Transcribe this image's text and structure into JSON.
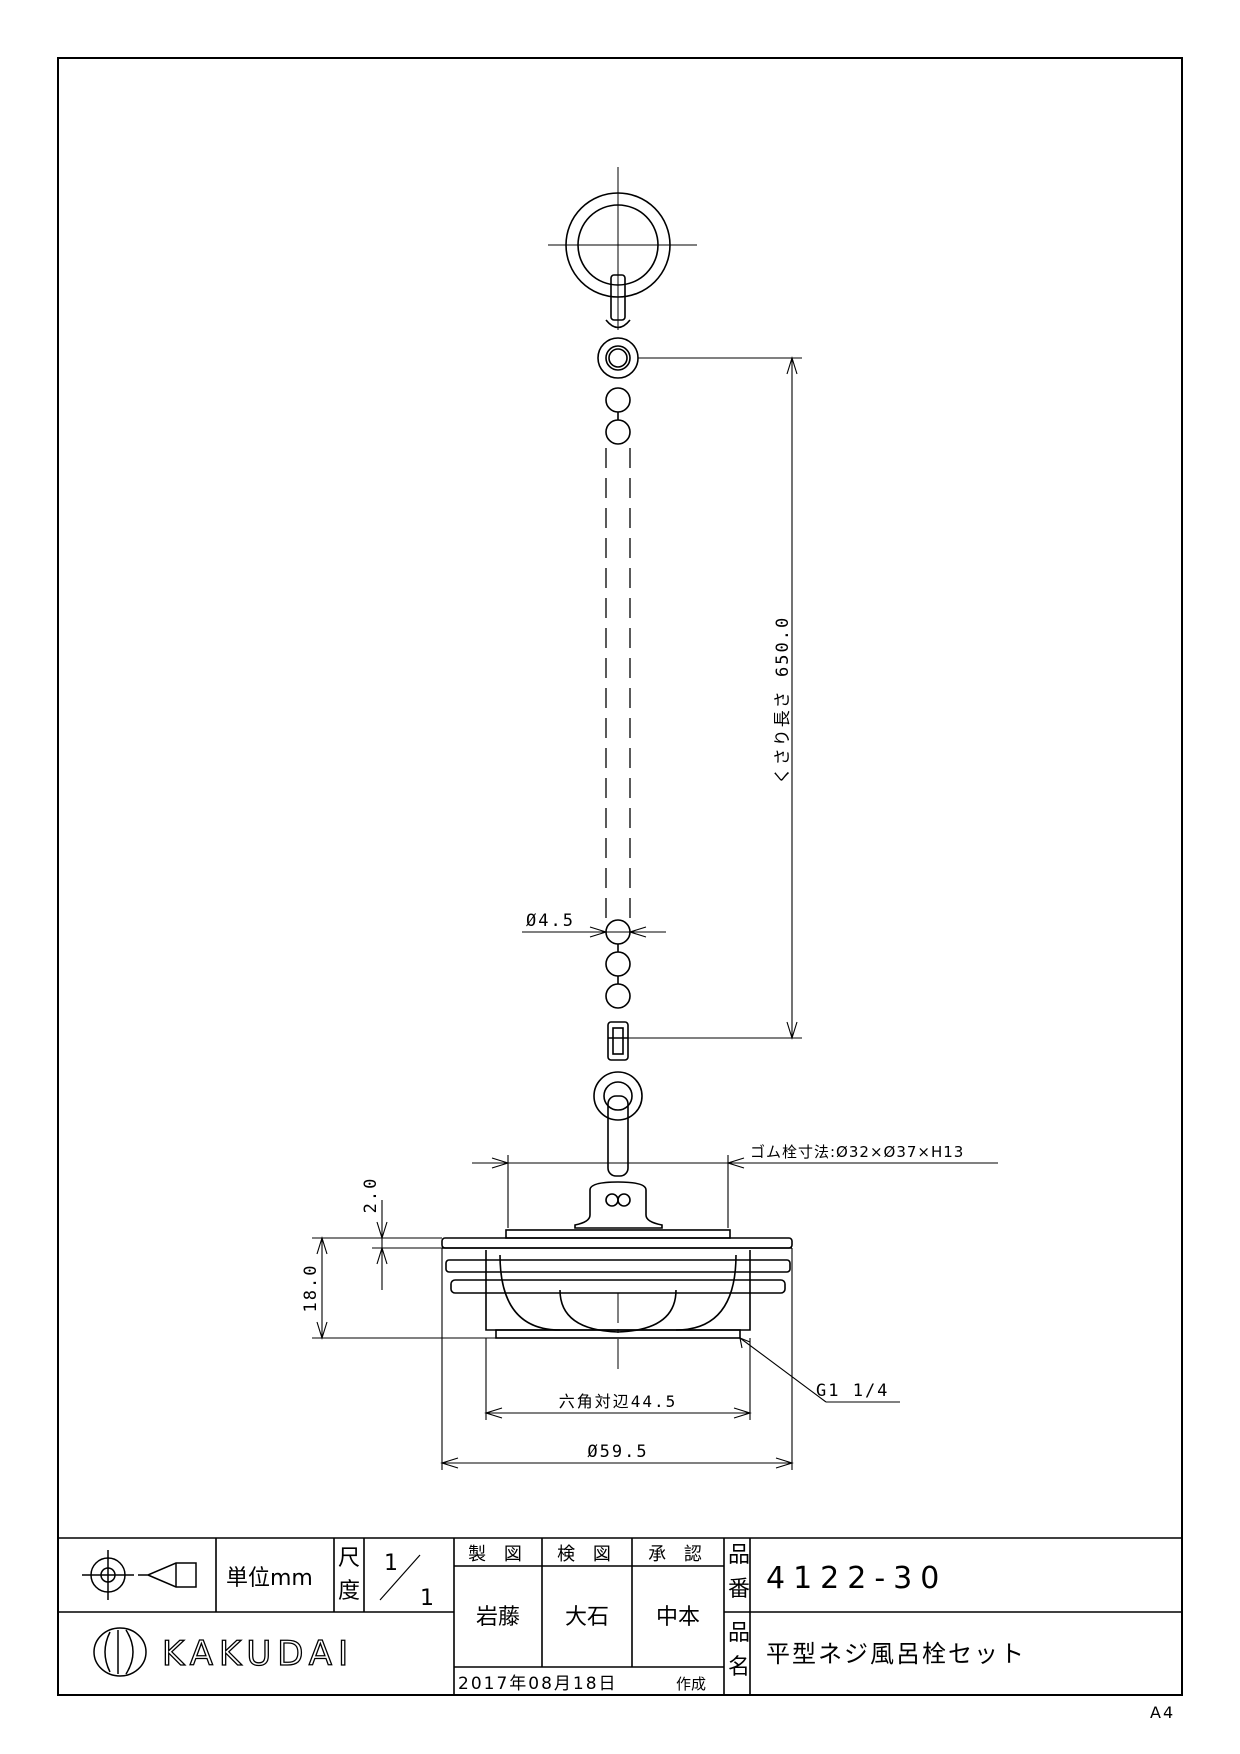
{
  "dimensions": {
    "chain_length": "くさり長さ 650.0",
    "ball_diameter": "Ø4.5",
    "rubber_plug_size": "ゴム栓寸法:Ø32×Ø37×H13",
    "top_thickness": "2.0",
    "body_height": "18.0",
    "thread": "G1 1/4",
    "hex_across_flats": "六角対辺44.5",
    "outer_diameter": "Ø59.5"
  },
  "title_block": {
    "unit": "単位mm",
    "scale_label_top": "尺",
    "scale_label_bottom": "度",
    "scale_num": "1",
    "scale_den": "1",
    "drawn_label": "製 図",
    "checked_label": "検 図",
    "approved_label": "承 認",
    "drawn_by": "岩藤",
    "checked_by": "大石",
    "approved_by": "中本",
    "date": "2017年08月18日",
    "created_label": "作成",
    "part_no_label_top": "品",
    "part_no_label_bottom": "番",
    "part_no": "4122-30",
    "part_name_label_top": "品",
    "part_name_label_bottom": "名",
    "part_name": "平型ネジ風呂栓セット",
    "company": "KAKUDAI",
    "paper_size": "A4"
  },
  "icons": {
    "projection": "third-angle-projection-icon",
    "logo": "kakudai-logo-icon"
  }
}
